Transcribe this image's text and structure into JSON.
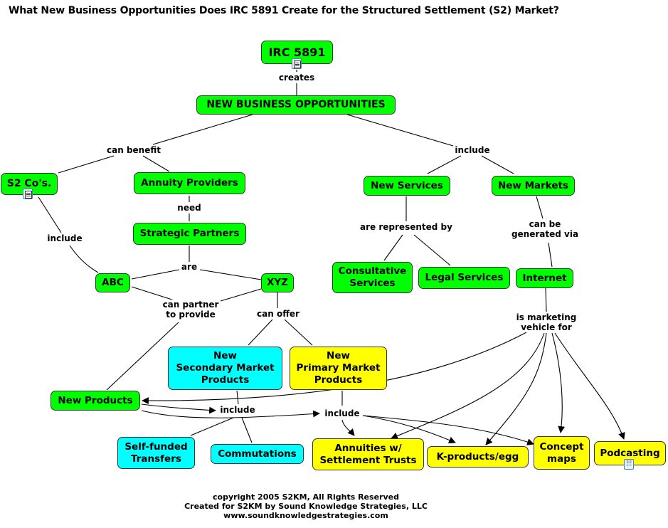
{
  "title": "What New Business Opportunities Does IRC 5891 Create for the Structured Settlement (S2) Market?",
  "colors": {
    "concept_green": "#00ff00",
    "concept_cyan": "#00ffff",
    "concept_yellow": "#ffff00",
    "line": "#000000"
  },
  "concepts": {
    "irc": "IRC 5891",
    "nbo": "NEW BUSINESS OPPORTUNITIES",
    "s2": "S2 Co's.",
    "annuity": "Annuity Providers",
    "strategic": "Strategic Partners",
    "abc": "ABC",
    "xyz": "XYZ",
    "new_services": "New Services",
    "new_markets": "New Markets",
    "consultative": "Consultative\nServices",
    "legal": "Legal Services",
    "internet": "Internet",
    "secondary": "New\nSecondary Market\nProducts",
    "primary": "New\nPrimary Market\nProducts",
    "new_products": "New Products",
    "self_funded": "Self-funded\nTransfers",
    "commutations": "Commutations",
    "annuities_w": "Annuities w/\nSettlement Trusts",
    "kproducts": "K-products/egg",
    "concept_maps": "Concept\nmaps",
    "podcasting": "Podcasting"
  },
  "linking_phrases": {
    "creates": "creates",
    "can_benefit": "can benefit",
    "include_top": "include",
    "need": "need",
    "include_s2": "include",
    "are": "are",
    "are_represented_by": "are represented by",
    "can_be_generated_via": "can be\ngenerated via",
    "can_partner": "can partner\nto provide",
    "can_offer": "can offer",
    "is_marketing": "is marketing\nvehicle for",
    "include_secondary": "include",
    "include_primary": "include"
  },
  "resource_icons": [
    "document-icon",
    "document-icon",
    "concept-map-icon"
  ],
  "footer": {
    "line1": "copyright 2005 S2KM, All Rights Reserved",
    "line2": "Created for S2KM by Sound Knowledge Strategies, LLC",
    "line3": "www.soundknowledgestrategies.com"
  }
}
